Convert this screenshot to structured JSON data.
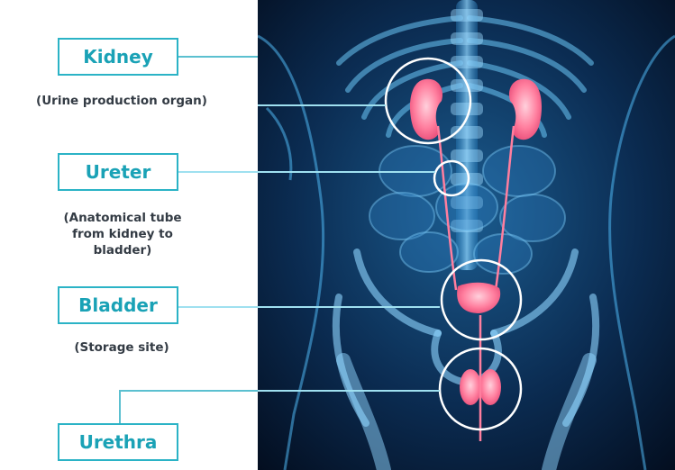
{
  "organs": [
    {
      "name": "Kidney",
      "description": "(Urine production organ)"
    },
    {
      "name": "Ureter",
      "description": "(Anatomical tube from kidney to bladder)"
    },
    {
      "name": "Bladder",
      "description": "(Storage site)"
    },
    {
      "name": "Urethra",
      "description": ""
    }
  ],
  "colors": {
    "accent": "#1aa2b6",
    "box_border": "#2bb3c6",
    "text": "#333b44",
    "xray_bg": "#05162e",
    "xray_glow": "#1f8fd0",
    "organ": "#ff8aa6"
  }
}
